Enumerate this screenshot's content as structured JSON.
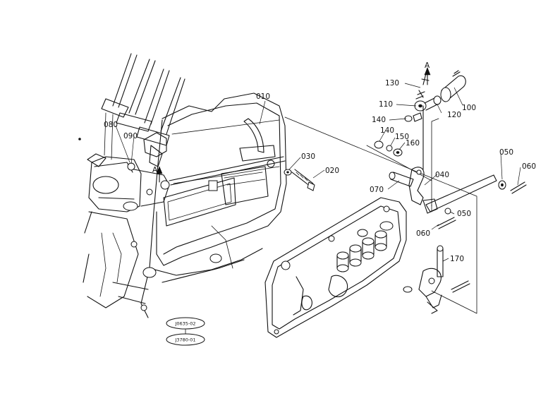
{
  "part_labels": [
    {
      "id": "010",
      "text": "010"
    },
    {
      "id": "020",
      "text": "020"
    },
    {
      "id": "030",
      "text": "030"
    },
    {
      "id": "040",
      "text": "040"
    },
    {
      "id": "050a",
      "text": "050"
    },
    {
      "id": "050b",
      "text": "050"
    },
    {
      "id": "060a",
      "text": "060"
    },
    {
      "id": "060b",
      "text": "060"
    },
    {
      "id": "070",
      "text": "070"
    },
    {
      "id": "080",
      "text": "080"
    },
    {
      "id": "090",
      "text": "090"
    },
    {
      "id": "100",
      "text": "100"
    },
    {
      "id": "110",
      "text": "110"
    },
    {
      "id": "120",
      "text": "120"
    },
    {
      "id": "130",
      "text": "130"
    },
    {
      "id": "140a",
      "text": "140"
    },
    {
      "id": "140b",
      "text": "140"
    },
    {
      "id": "150",
      "text": "150"
    },
    {
      "id": "160",
      "text": "160"
    },
    {
      "id": "170",
      "text": "170"
    }
  ],
  "reference_markers": [
    {
      "id": "a_top",
      "text": "A"
    },
    {
      "id": "a_left",
      "text": "A"
    }
  ],
  "drawing_codes": [
    {
      "id": "code1",
      "text": "J0635-02"
    },
    {
      "id": "code2",
      "text": "J3780-01"
    }
  ]
}
